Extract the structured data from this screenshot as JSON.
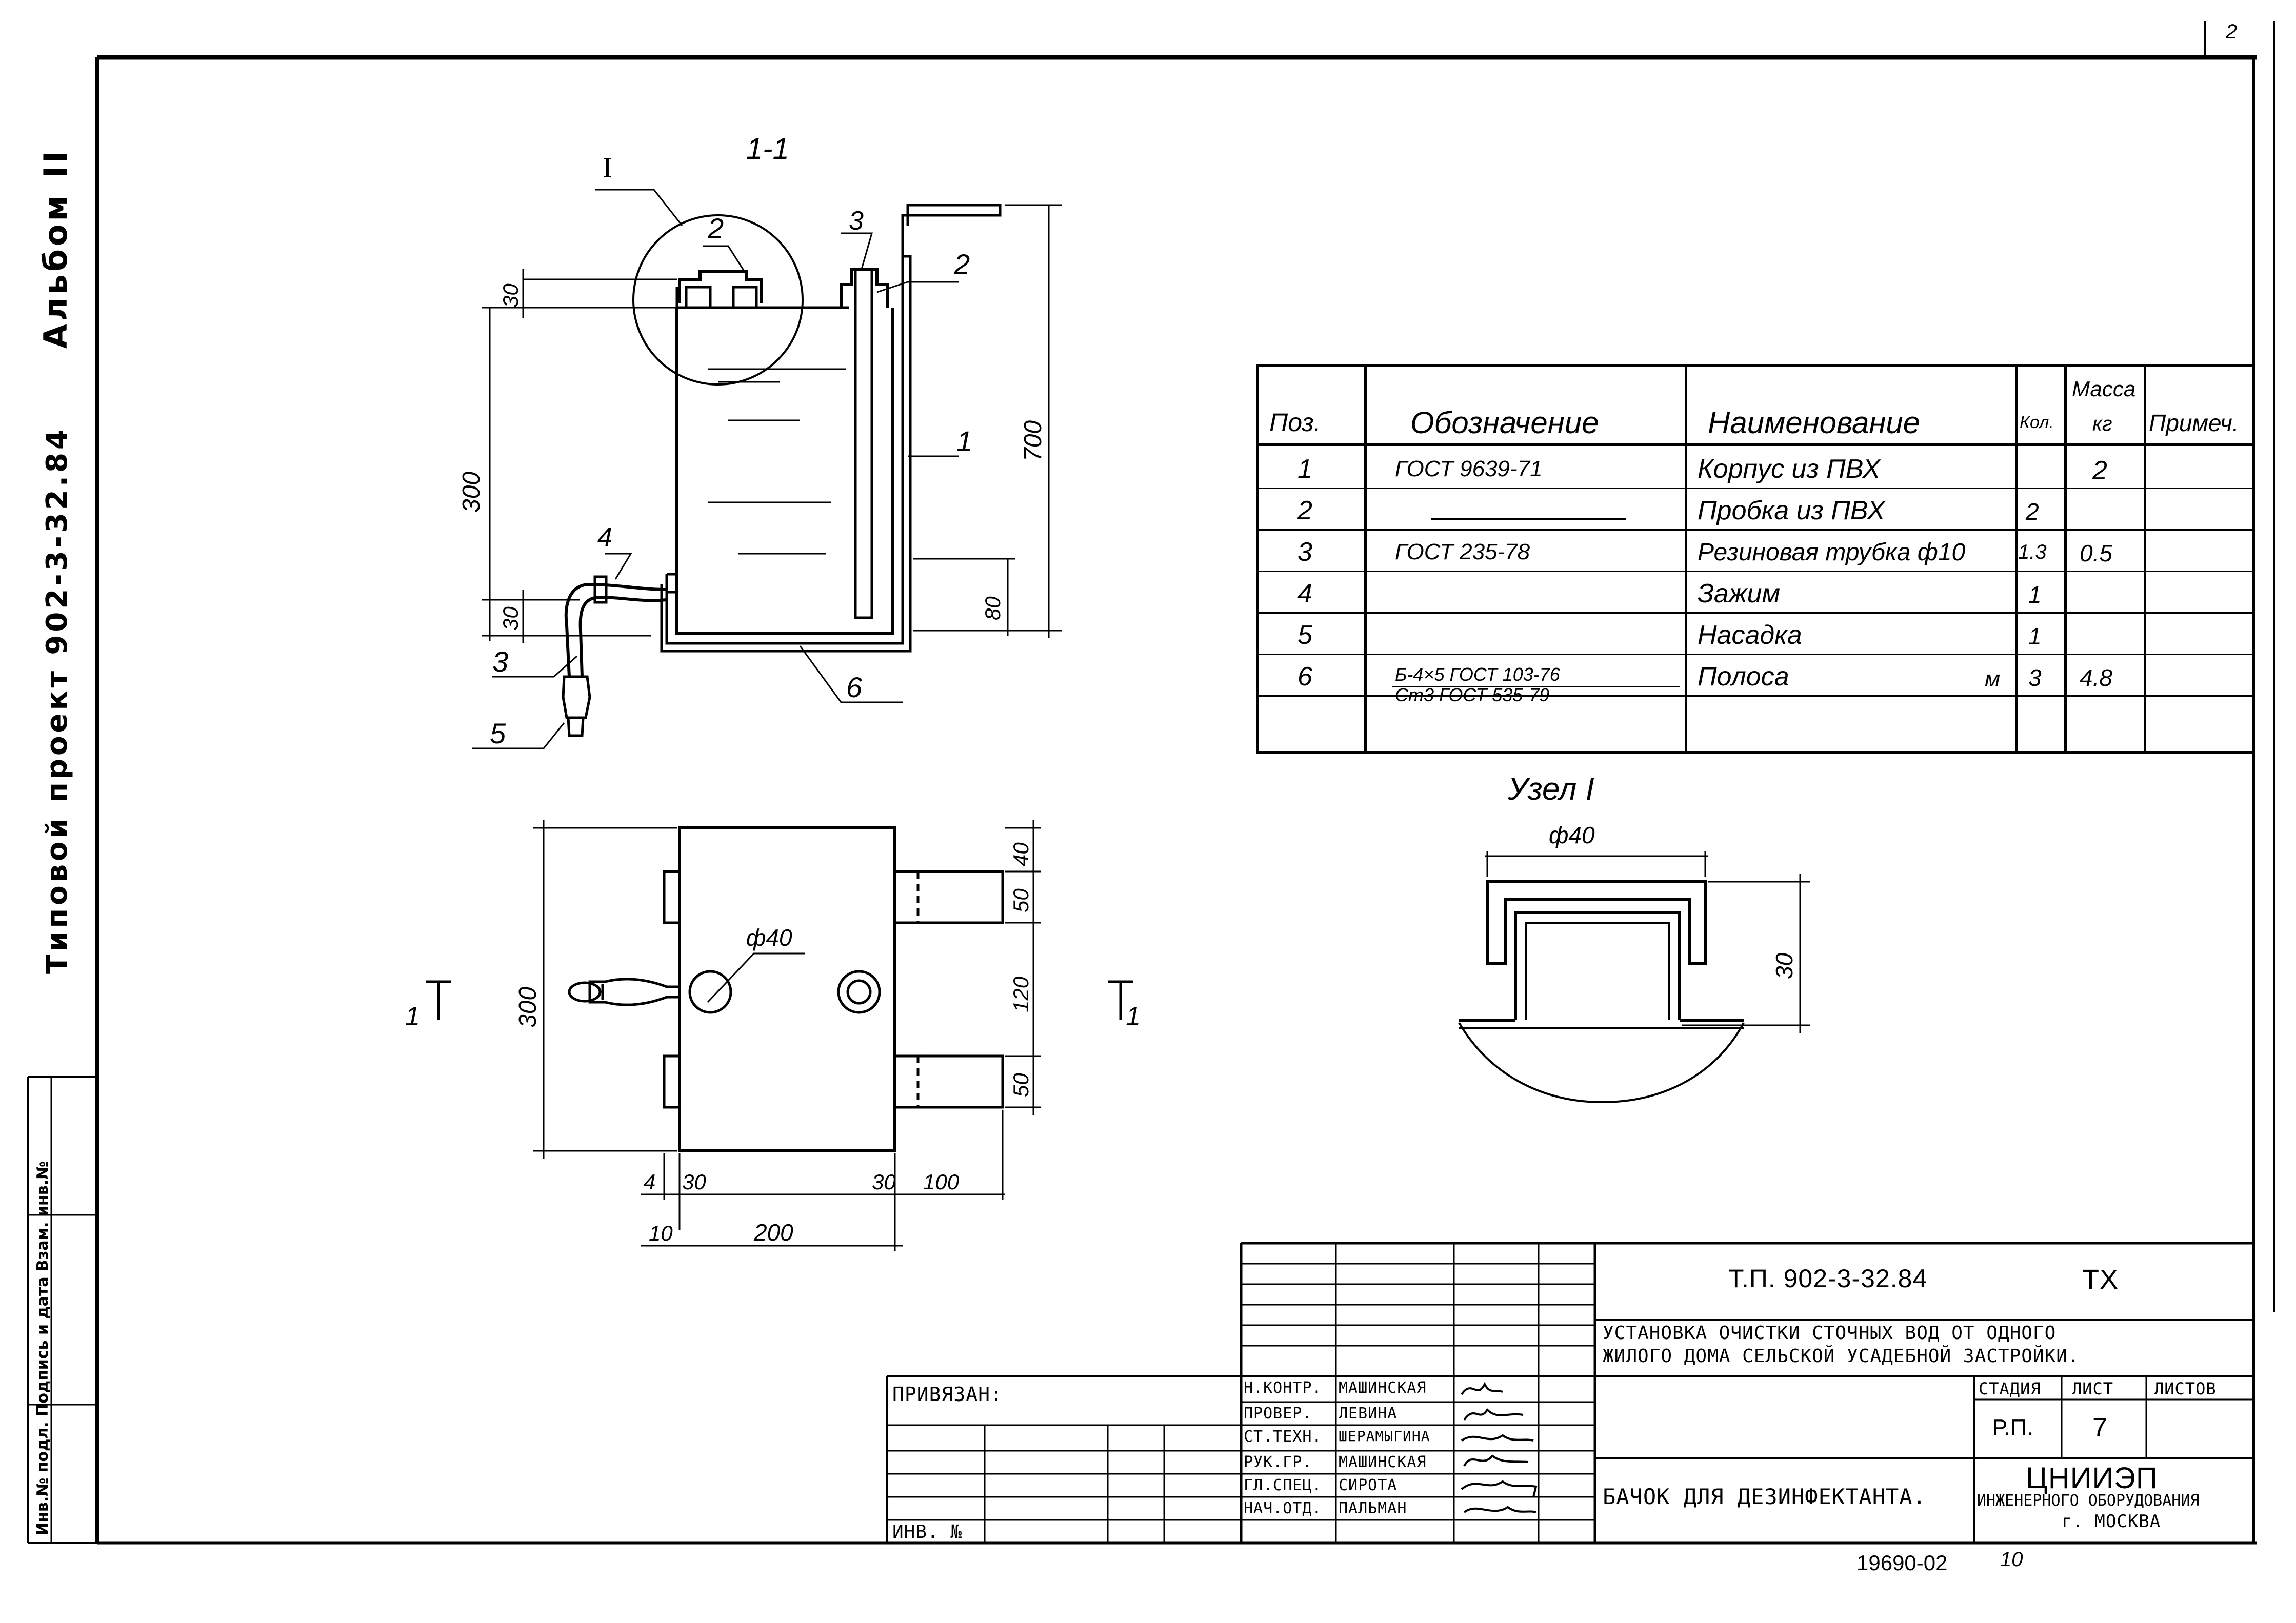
{
  "side": {
    "title_line": "Типовой проект 902-3-32.84",
    "album": "Альбом II",
    "strip_label": "Инв.№ подл. Подпись и дата Взам. инв.№"
  },
  "page_number": "2",
  "section_label": "1-1",
  "node_label": "Узел I",
  "callouts": {
    "node": "I",
    "p2a": "2",
    "p3": "3",
    "p2b": "2",
    "p1": "1",
    "p4": "4",
    "p3b": "3",
    "p5": "5",
    "p6": "6",
    "cut_left": "1",
    "cut_right": "1",
    "cut_mark": "I"
  },
  "dims": {
    "d30_top": "30",
    "d300": "300",
    "d30_bot": "30",
    "d700": "700",
    "d80": "80",
    "plan_300": "300",
    "phi40_plan": "ф40",
    "d40": "40",
    "d50a": "50",
    "d120": "120",
    "d50b": "50",
    "d4": "4",
    "d30a": "30",
    "d30b": "30",
    "d100": "100",
    "d10": "10",
    "d200": "200",
    "node_phi40": "ф40",
    "node_30": "30"
  },
  "spec_table": {
    "headers": {
      "pos": "Поз.",
      "designation": "Обозначение",
      "name": "Наименование",
      "qty": "Кол.",
      "mass_top": "Масса",
      "mass_unit": "кг",
      "note": "Примеч."
    },
    "rows": [
      {
        "pos": "1",
        "designation": "ГОСТ 9639-71",
        "name": "Корпус из ПВХ",
        "qty": "",
        "mass": "2",
        "note": ""
      },
      {
        "pos": "2",
        "designation": "",
        "name": "Пробка из ПВХ",
        "qty": "2",
        "mass": "",
        "note": ""
      },
      {
        "pos": "3",
        "designation": "ГОСТ 235-78",
        "name": "Резиновая трубка ф10",
        "qty": "1.3",
        "mass": "0.5",
        "note": ""
      },
      {
        "pos": "4",
        "designation": "",
        "name": "Зажим",
        "qty": "1",
        "mass": "",
        "note": ""
      },
      {
        "pos": "5",
        "designation": "",
        "name": "Насадка",
        "qty": "1",
        "mass": "",
        "note": ""
      },
      {
        "pos": "6",
        "designation": "Б-4×5 ГОСТ 103-76",
        "designation2": "Ст3 ГОСТ 535-79",
        "name": "Полоса",
        "unit": "м",
        "qty": "3",
        "mass": "4.8",
        "note": ""
      }
    ]
  },
  "stamp": {
    "code": "Т.П.   902-3-32.84",
    "mark": "ТХ",
    "project_title_1": "УСТАНОВКА ОЧИСТКИ СТОЧНЫХ ВОД ОТ ОДНОГО",
    "project_title_2": "ЖИЛОГО ДОМА СЕЛЬСКОЙ УСАДЕБНОЙ ЗАСТРОЙКИ.",
    "stage_header": "СТАДИЯ",
    "sheet_header": "ЛИСТ",
    "sheets_header": "ЛИСТОВ",
    "stage": "Р.П.",
    "sheet": "7",
    "sheets": "",
    "drawing_title": "БАЧОК ДЛЯ ДЕЗИНФЕКТАНТА.",
    "org_name": "ЦНИИЭП",
    "org_line2": "ИНЖЕНЕРНОГО ОБОРУДОВАНИЯ",
    "org_city": "г. МОСКВА",
    "bound_label": "ПРИВЯЗАН:",
    "inv_label": "ИНВ. №",
    "roles": [
      {
        "role": "Н.КОНТР.",
        "name": "МАШИНСКАЯ"
      },
      {
        "role": "ПРОВЕР.",
        "name": "ЛЕВИНА"
      },
      {
        "role": "СТ.ТЕХН.",
        "name": "ШЕРАМЫГИНА"
      },
      {
        "role": "РУК.ГР.",
        "name": "МАШИНСКАЯ"
      },
      {
        "role": "ГЛ.СПЕЦ.",
        "name": "СИРОТА"
      },
      {
        "role": "НАЧ.ОТД.",
        "name": "ПАЛЬМАН"
      }
    ]
  },
  "bottom": {
    "archive_no": "19690-02",
    "page_mark": "10"
  }
}
